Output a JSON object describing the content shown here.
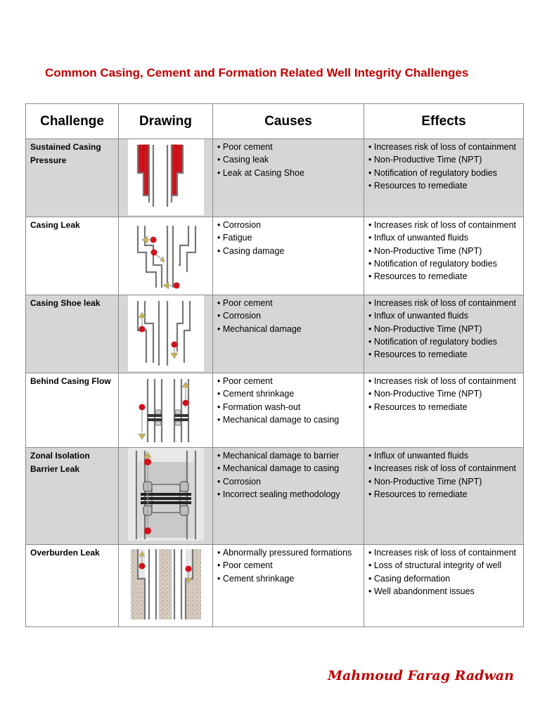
{
  "title": "Common Casing, Cement and Formation Related Well Integrity Challenges",
  "headers": [
    "Challenge",
    "Drawing",
    "Causes",
    "Effects"
  ],
  "rows": [
    {
      "challenge_line1": "Sustained Casing",
      "challenge_line2": "Pressure",
      "causes": [
        "Poor cement",
        "Casing leak",
        "Leak at Casing Shoe"
      ],
      "effects": [
        "Increases risk of loss of containment",
        "Non-Productive Time (NPT)",
        "Notification of regulatory bodies",
        "Resources to remediate"
      ]
    },
    {
      "challenge_line1": "Casing Leak",
      "challenge_line2": "",
      "causes": [
        "Corrosion",
        "Fatigue",
        "Casing damage"
      ],
      "effects": [
        "Increases risk of loss of containment",
        "Influx of unwanted fluids",
        "Non-Productive Time (NPT)",
        "Notification of regulatory bodies",
        "Resources to remediate"
      ]
    },
    {
      "challenge_line1": "Casing Shoe leak",
      "challenge_line2": "",
      "causes": [
        "Poor cement",
        "Corrosion",
        "Mechanical damage"
      ],
      "effects": [
        "Increases risk of loss of containment",
        "Influx of unwanted fluids",
        "Non-Productive Time (NPT)",
        "Notification of regulatory bodies",
        "Resources to remediate"
      ]
    },
    {
      "challenge_line1": "Behind Casing Flow",
      "challenge_line2": "",
      "causes": [
        "Poor cement",
        "Cement shrinkage",
        "Formation wash-out",
        "Mechanical damage to casing"
      ],
      "effects": [
        "Increases risk of loss of containment",
        "Non-Productive Time (NPT)",
        "Resources to remediate"
      ]
    },
    {
      "challenge_line1": "Zonal Isolation",
      "challenge_line2": "Barrier Leak",
      "causes": [
        "Mechanical damage to barrier",
        "Mechanical damage to casing",
        "Corrosion",
        "Incorrect sealing methodology"
      ],
      "effects": [
        "Influx of unwanted fluids",
        "Increases risk of loss of containment",
        "Non-Productive Time (NPT)",
        "Resources to remediate"
      ]
    },
    {
      "challenge_line1": "Overburden Leak",
      "challenge_line2": "",
      "causes": [
        "Abnormally pressured formations",
        "Poor cement",
        "Cement shrinkage"
      ],
      "effects": [
        "Increases risk of loss of containment",
        "Loss of structural integrity of well",
        "Casing deformation",
        "Well abandonment issues"
      ]
    }
  ],
  "signature": "Mahmoud Farag Radwan",
  "colors": {
    "title": "#c00000",
    "row_shade": "#d6d6d6",
    "leak_dot": "#d0121b",
    "arrow": "#c8b34a"
  }
}
